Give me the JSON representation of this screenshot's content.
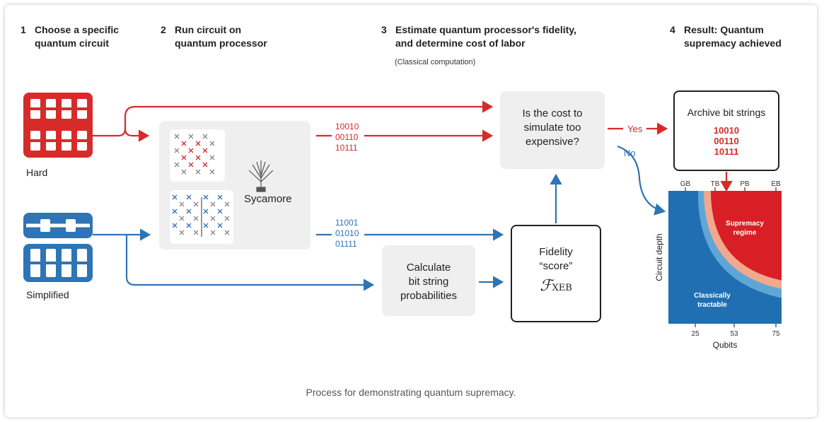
{
  "steps": [
    {
      "num": "1",
      "line1": "Choose a specific",
      "line2": "quantum circuit"
    },
    {
      "num": "2",
      "line1": "Run circuit on",
      "line2": "quantum processor"
    },
    {
      "num": "3",
      "line1": "Estimate quantum processor's fidelity,",
      "line2": "and determine cost of labor"
    },
    {
      "num": "4",
      "line1": "Result: Quantum",
      "line2": "supremacy achieved"
    }
  ],
  "step3_sub": "(Classical computation)",
  "circuits": {
    "hard": "Hard",
    "simplified": "Simplified"
  },
  "processor": {
    "name": "Sycamore"
  },
  "bitstrings_red": [
    "10010",
    "00110",
    "10111"
  ],
  "bitstrings_blue": [
    "11001",
    "01010",
    "01111"
  ],
  "decision": {
    "line1": "Is the cost to",
    "line2": "simulate too",
    "line3": "expensive?"
  },
  "yes_label": "Yes",
  "no_label": "No",
  "archive": {
    "title": "Archive bit strings",
    "bits": [
      "10010",
      "00110",
      "10111"
    ]
  },
  "calculate": {
    "line1": "Calculate",
    "line2": "bit string",
    "line3": "probabilities"
  },
  "fidelity": {
    "line1": "Fidelity",
    "line2": "“score”",
    "symbol": "ℱ",
    "sub": "XEB"
  },
  "chart": {
    "top_ticks": [
      "GB",
      "TB",
      "PB",
      "EB"
    ],
    "bottom_ticks": [
      "25",
      "53",
      "75"
    ],
    "xlabel": "Qubits",
    "ylabel": "Circuit depth",
    "region_supremacy_1": "Supremacy",
    "region_supremacy_2": "regime",
    "region_classical_1": "Classically",
    "region_classical_2": "tractable"
  },
  "colors": {
    "red": "#d72b2b",
    "blue": "#2f74b5",
    "dark_blue": "#1f6fb2",
    "light_blue": "#5fa6d6",
    "salmon": "#f0a98d",
    "chart_red": "#d81f26"
  },
  "caption": "Process for demonstrating quantum supremacy."
}
